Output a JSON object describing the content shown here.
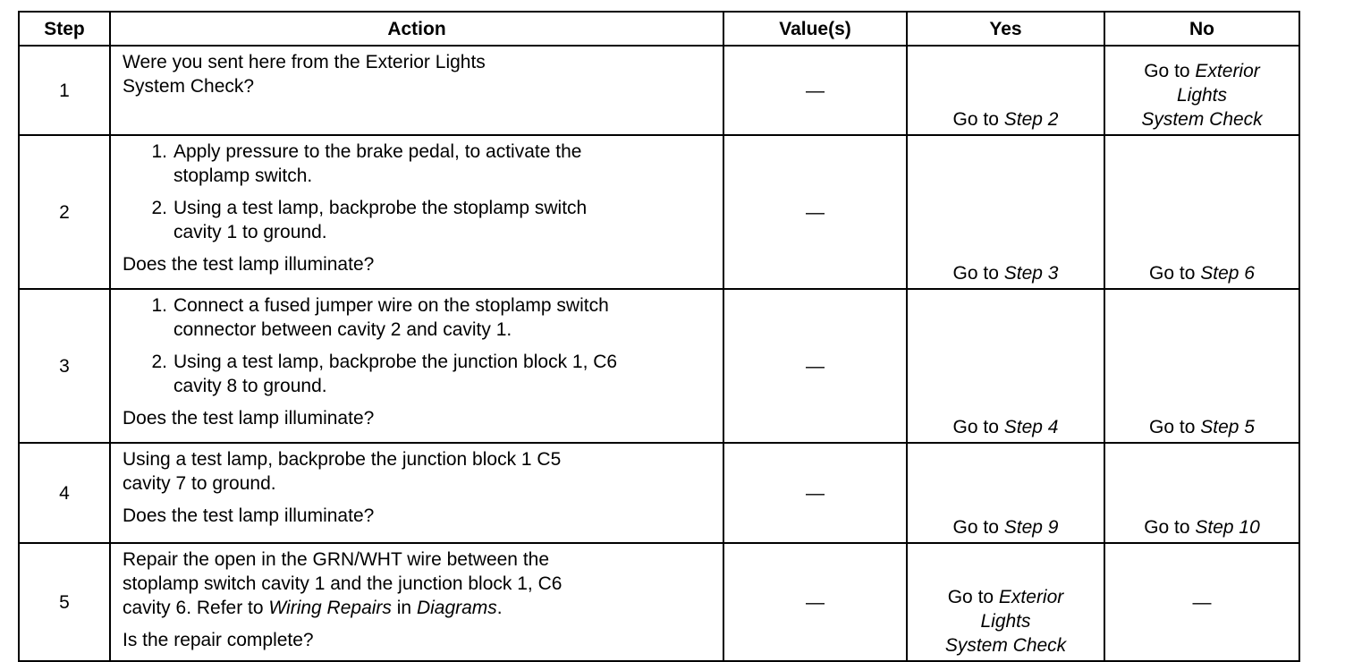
{
  "table": {
    "headers": {
      "step": "Step",
      "action": "Action",
      "values": "Value(s)",
      "yes": "Yes",
      "no": "No"
    },
    "rows": [
      {
        "step": "1",
        "action_lines": [
          "Were you sent here from the Exterior Lights",
          "System Check?"
        ],
        "value": "—",
        "yes_prefix": "Go to ",
        "yes_link": "Step 2",
        "no_prefix": "Go to ",
        "no_link_lines": [
          "Exterior",
          "Lights",
          "System Check"
        ]
      },
      {
        "step": "2",
        "items": [
          {
            "num": "1.",
            "lines": [
              "Apply pressure to the brake pedal, to activate the",
              "stoplamp switch."
            ]
          },
          {
            "num": "2.",
            "lines": [
              "Using a test lamp, backprobe the stoplamp switch",
              "cavity 1 to ground."
            ]
          }
        ],
        "question": "Does the test lamp illuminate?",
        "value": "—",
        "yes_prefix": "Go to ",
        "yes_link": "Step 3",
        "no_prefix": "Go to ",
        "no_link": "Step 6"
      },
      {
        "step": "3",
        "items": [
          {
            "num": "1.",
            "lines": [
              "Connect a fused jumper wire on the stoplamp switch",
              "connector between cavity 2 and cavity 1."
            ]
          },
          {
            "num": "2.",
            "lines": [
              "Using a test lamp, backprobe the junction block 1, C6",
              "cavity 8 to ground."
            ]
          }
        ],
        "question": "Does the test lamp illuminate?",
        "value": "—",
        "yes_prefix": "Go to ",
        "yes_link": "Step 4",
        "no_prefix": "Go to ",
        "no_link": "Step 5"
      },
      {
        "step": "4",
        "action_lines": [
          "Using a test lamp, backprobe the junction block 1 C5",
          "cavity 7 to ground."
        ],
        "question": "Does the test lamp illuminate?",
        "value": "—",
        "yes_prefix": "Go to ",
        "yes_link": "Step 9",
        "no_prefix": "Go to ",
        "no_link": "Step 10"
      },
      {
        "step": "5",
        "action_line1": "Repair the open in the GRN/WHT wire between the",
        "action_line2": "stoplamp switch cavity 1 and the junction block 1, C6",
        "action_line3_a": "cavity 6. Refer to ",
        "action_line3_link1": "Wiring Repairs",
        "action_line3_b": " in ",
        "action_line3_link2": "Diagrams",
        "action_line3_c": ".",
        "question": "Is the repair complete?",
        "value": "—",
        "yes_prefix": "Go to ",
        "yes_link_lines": [
          "Exterior",
          "Lights",
          "System Check"
        ],
        "no": "—"
      }
    ]
  }
}
